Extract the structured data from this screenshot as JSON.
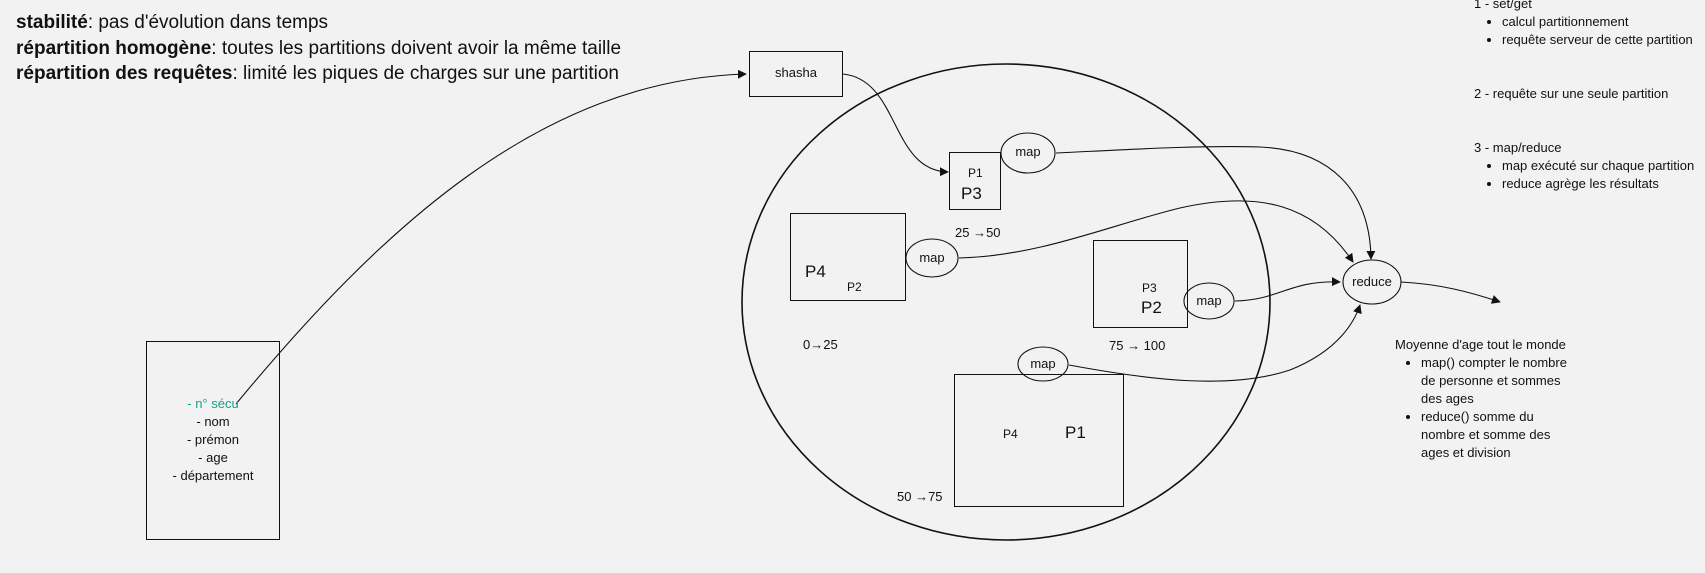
{
  "header": {
    "lines": [
      {
        "term": "stabilité",
        "desc": ": pas d'évolution dans temps"
      },
      {
        "term": "répartition homogène",
        "desc": ": toutes les partitions doivent avoir la même taille"
      },
      {
        "term": "répartition des requêtes",
        "desc": ": limité les piques de charges sur une partition"
      }
    ]
  },
  "entity": {
    "fields": [
      "- n° sécu",
      "- nom",
      "- prémon",
      "- age",
      "- département"
    ],
    "accent_color": "#1aa086"
  },
  "hash_box": {
    "label": "shasha"
  },
  "partitions": {
    "top": {
      "primary": "P1",
      "secondary": "P3",
      "range": "25 →50"
    },
    "left": {
      "primary": "P4",
      "secondary": "P2",
      "range": "0→25"
    },
    "right": {
      "primary": "P3",
      "secondary": "P2",
      "range": "75 → 100"
    },
    "bottom": {
      "primary": "P4",
      "secondary": "P1",
      "range": "50 →75"
    }
  },
  "map_label": "map",
  "reduce_label": "reduce",
  "notes": {
    "step1": {
      "title": "1 - set/get",
      "items": [
        "calcul partitionnement",
        "requête serveur de cette partition"
      ]
    },
    "step2": {
      "title": "2 - requête sur une seule partition"
    },
    "step3": {
      "title": "3 - map/reduce",
      "items": [
        "map exécuté sur chaque partition",
        "reduce agrège les résultats"
      ]
    }
  },
  "example": {
    "title": "Moyenne d'age tout le monde",
    "items": [
      "map() compter le nombre de personne et sommes des ages",
      "reduce() somme du nombre et somme des ages et division"
    ]
  }
}
